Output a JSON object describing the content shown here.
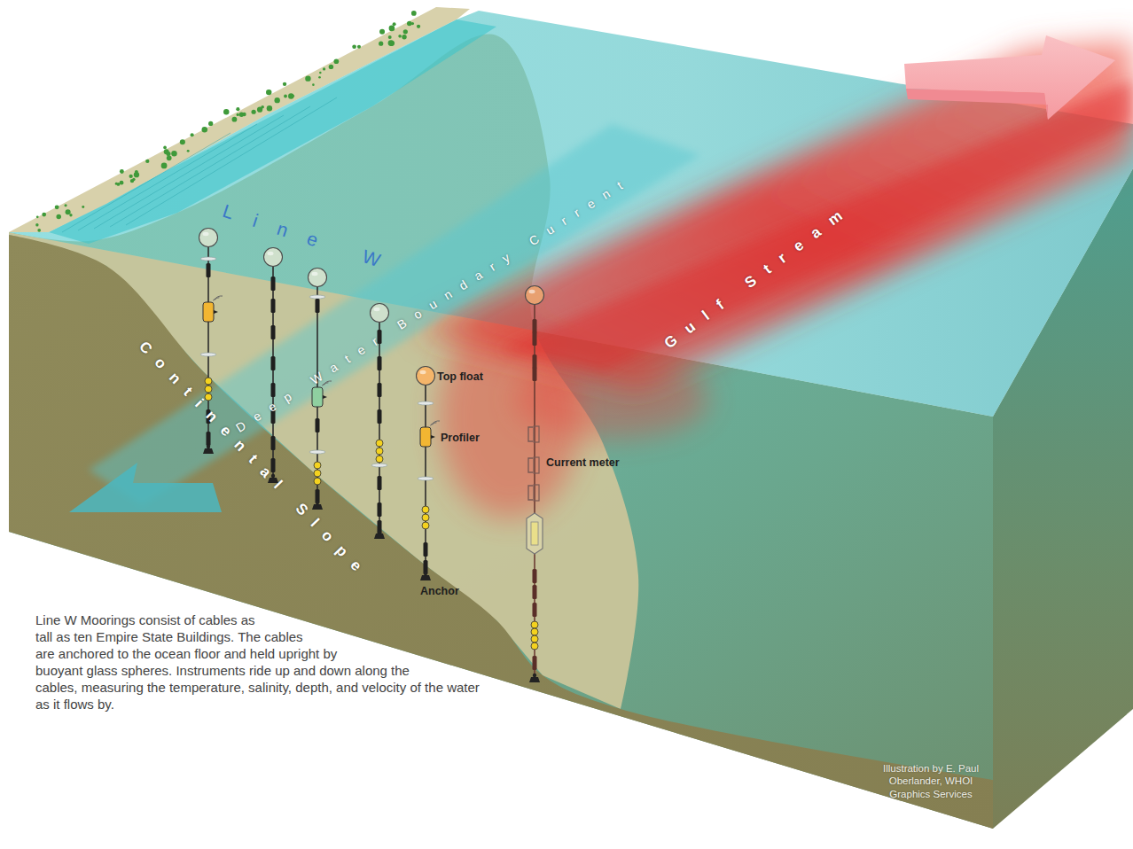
{
  "diagram": {
    "caption": "Line W Moorings consist of cables as tall as ten Empire State Buildings. The cables are anchored to the ocean floor and held upright by buoyant glass spheres. Instruments ride up and down along the cables, measuring the temperature, salinity, depth, and velocity of the water as it flows by.",
    "labels": [
      "Line W",
      "Deep Water Boundary Current",
      "Gulf Stream",
      "Continental Slope",
      "Top float",
      "Profiler",
      "Current meter",
      "Anchor",
      "Illustration by E. Paul Oberlander, WHOI Graphics Services"
    ]
  }
}
